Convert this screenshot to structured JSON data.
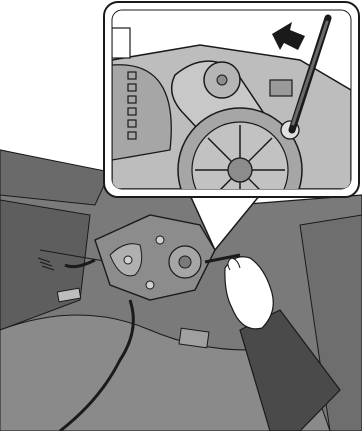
{
  "illustration": {
    "scene": "vehicle-headliner-overhead",
    "callout": "magnified-inset",
    "inset_symbols": [
      "direction-arrow",
      "screwdriver",
      "gear-sector",
      "motor-gear"
    ],
    "colors": {
      "ceiling": "#7a7a7a",
      "ceiling_dark": "#5e5e5e",
      "module": "#8c8c8c",
      "inset_frame": "#ffffff",
      "inset_bg": "#ffffff",
      "outline": "#1a1a1a",
      "gear_fill": "#a6a6a6",
      "sleeve": "#4a4a4a",
      "hand": "#ffffff"
    }
  }
}
